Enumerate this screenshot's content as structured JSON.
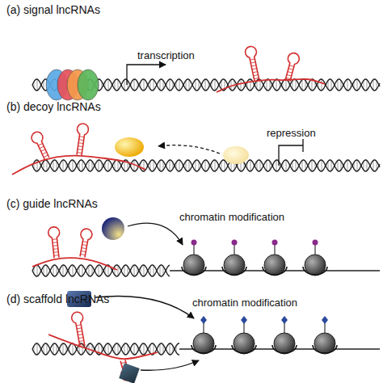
{
  "diagram": {
    "labels": [
      "(a) signal lncRNAs",
      "transcription",
      "(b) decoy lncRNAs",
      "repression",
      "(c) guide lncRNAs",
      "chromatin modification",
      "(d) scaffold lncRNAs",
      "chromatin modification"
    ]
  }
}
